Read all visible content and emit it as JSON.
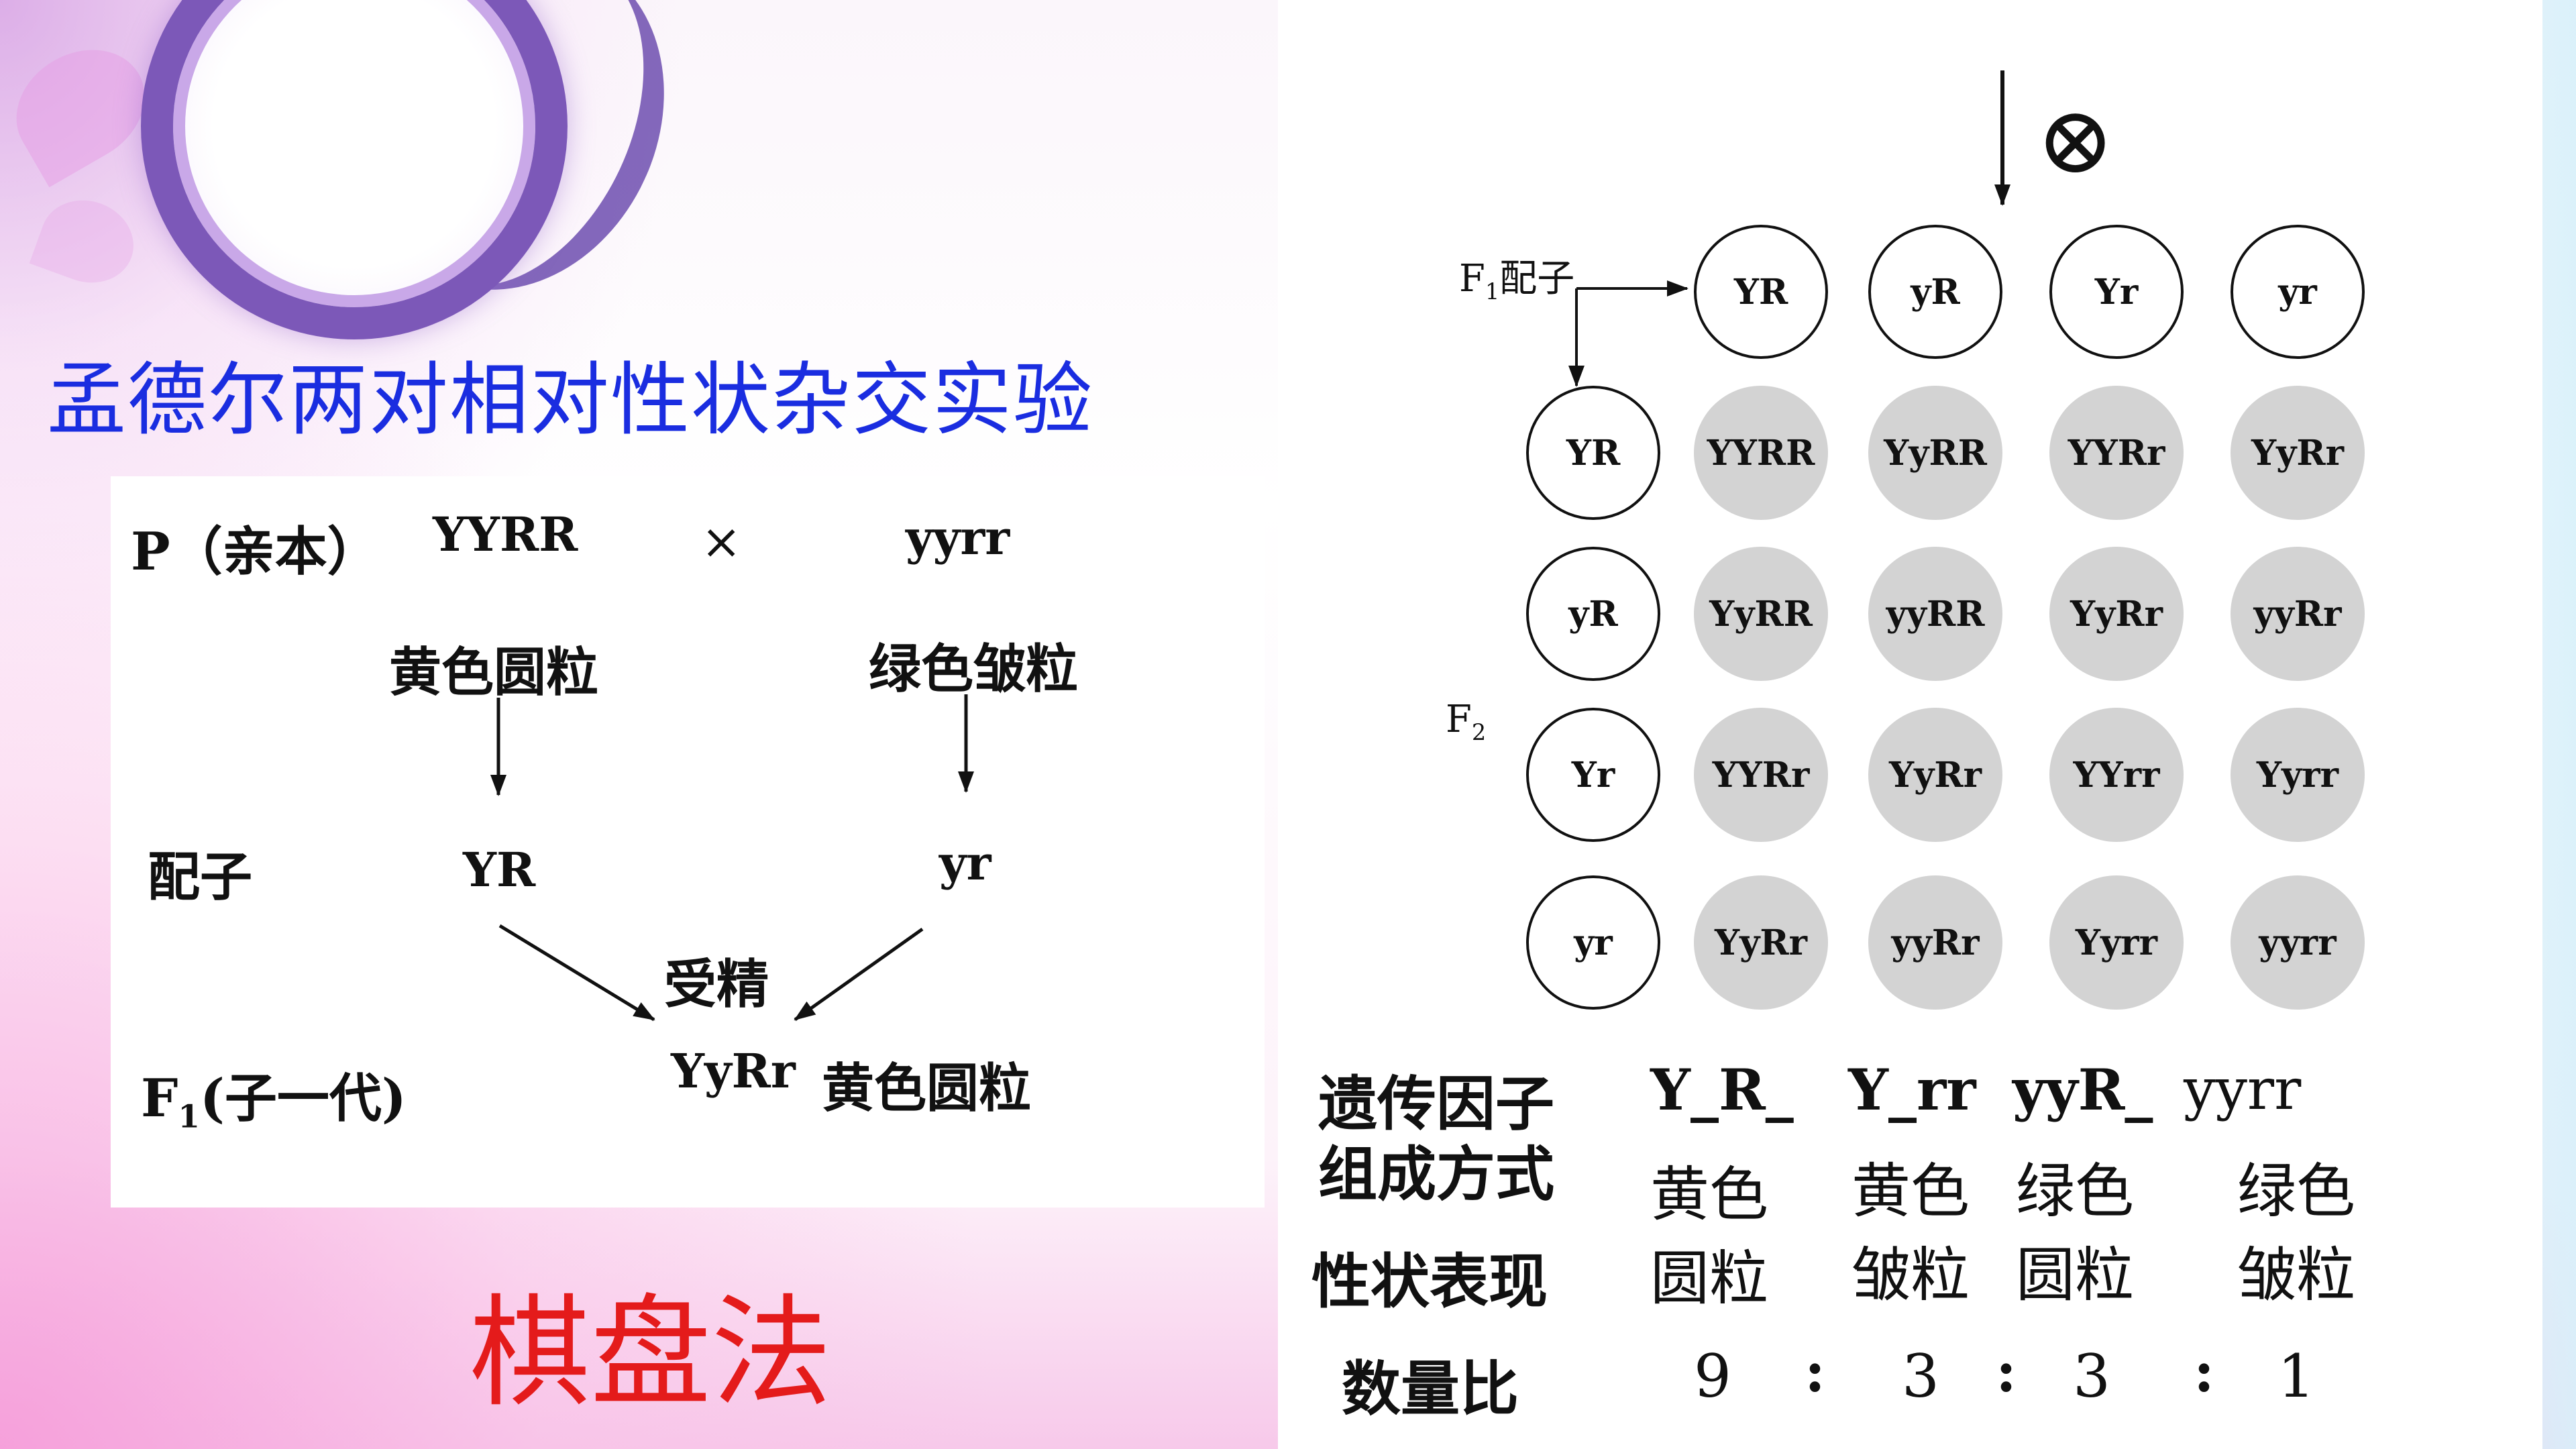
{
  "title": "孟德尔两对相对性状杂交实验",
  "method_label": "棋盘法",
  "left": {
    "parent_label": "P（亲本）",
    "parent1_genotype": "YYRR",
    "cross_symbol": "×",
    "parent2_genotype": "yyrr",
    "parent1_phenotype": "黄色圆粒",
    "parent2_phenotype": "绿色皱粒",
    "gamete_label": "配子",
    "gamete1": "YR",
    "gamete2": "yr",
    "fertilization_label": "受精",
    "f1_label": "F",
    "f1_sub": "1",
    "f1_suffix": "(子一代)",
    "f1_genotype": "YyRr",
    "f1_phenotype": "黄色圆粒"
  },
  "right": {
    "selfing_symbol": "⊗",
    "f1_gamete_label": "F",
    "f1_gamete_sub": "1",
    "f1_gamete_suffix": "配子",
    "f2_label": "F",
    "f2_sub": "2",
    "col_gametes": [
      "YR",
      "yR",
      "Yr",
      "yr"
    ],
    "row_gametes": [
      "YR",
      "yR",
      "Yr",
      "yr"
    ],
    "grid": [
      [
        "YYRR",
        "YyRR",
        "YYRr",
        "YyRr"
      ],
      [
        "YyRR",
        "yyRR",
        "YyRr",
        "yyRr"
      ],
      [
        "YYRr",
        "YyRr",
        "YYrr",
        "Yyrr"
      ],
      [
        "YyRr",
        "yyRr",
        "Yyrr",
        "yyrr"
      ]
    ],
    "factor_label_line1": "遗传因子",
    "factor_label_line2": "组成方式",
    "trait_label": "性状表现",
    "ratio_label": "数量比",
    "categories": [
      {
        "genotype": "Y_R_",
        "color": "黄色",
        "shape": "圆粒",
        "ratio": "9"
      },
      {
        "genotype": "Y_rr",
        "color": "黄色",
        "shape": "皱粒",
        "ratio": "3"
      },
      {
        "genotype": "yyR_",
        "color": "绿色",
        "shape": "圆粒",
        "ratio": "3"
      },
      {
        "genotype": "yyrr",
        "color": "绿色",
        "shape": "皱粒",
        "ratio": "1"
      }
    ],
    "ratio_separator": ":"
  },
  "colors": {
    "title": "#1a2de0",
    "method": "#e41b1b",
    "offspring_fill": "#d3d3d3"
  }
}
